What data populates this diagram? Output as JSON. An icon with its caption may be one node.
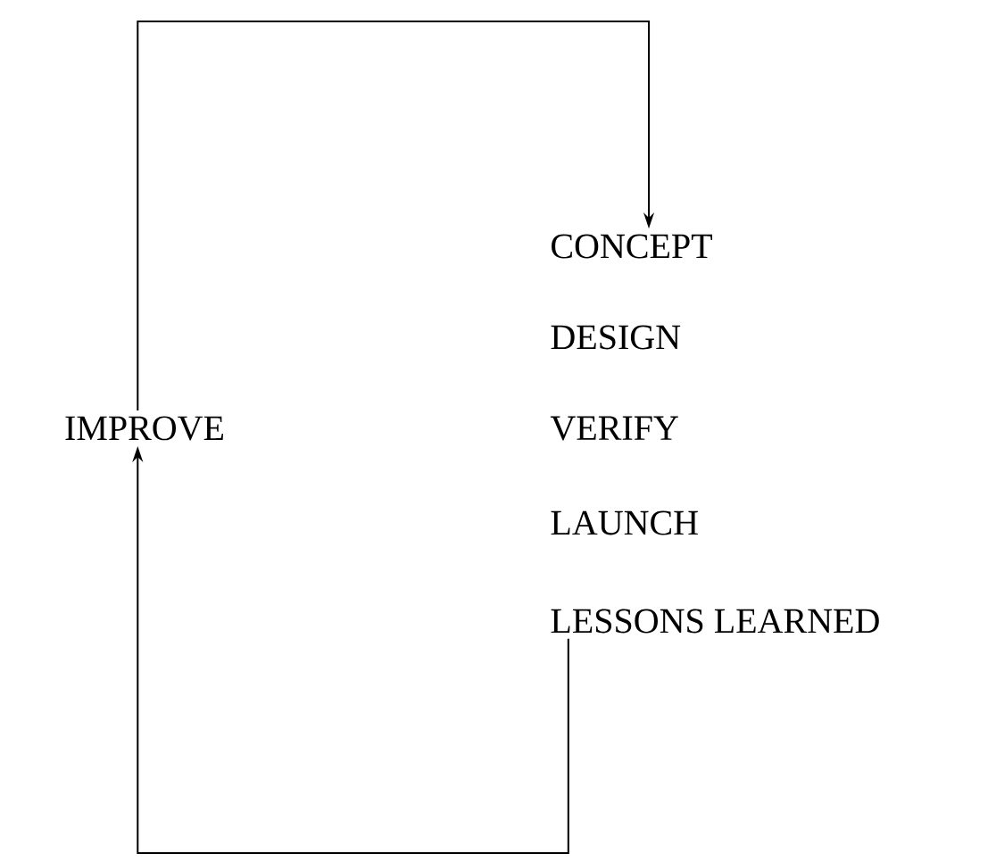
{
  "diagram": {
    "nodes": [
      {
        "text": [
          "IMPROVE"
        ]
      },
      {
        "text": [
          "CONCEPT"
        ]
      },
      {
        "text": [
          "DESIGN"
        ]
      },
      {
        "text": [
          "VERIFY"
        ]
      },
      {
        "text": [
          "LAUNCH"
        ]
      },
      {
        "text": [
          "LESSONS LEARNED"
        ]
      }
    ],
    "edges": [
      {
        "from": 0,
        "to": 1,
        "arrow": "to"
      },
      {
        "from": 5,
        "to": 0,
        "arrow": "to"
      }
    ]
  }
}
